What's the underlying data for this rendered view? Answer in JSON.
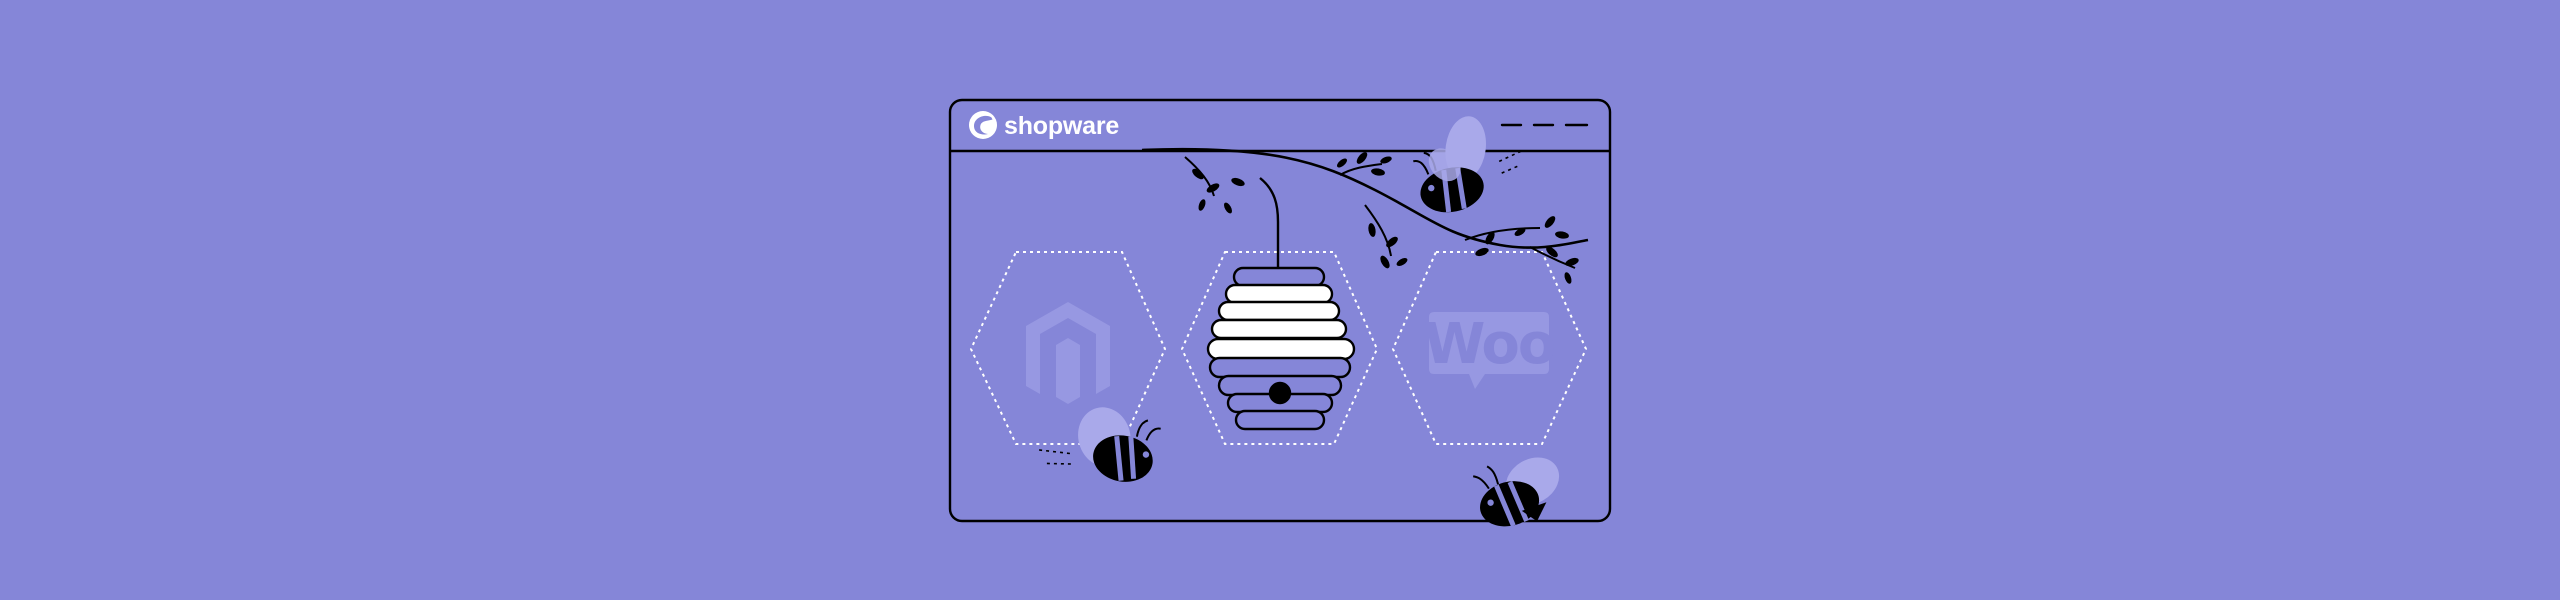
{
  "colors": {
    "background": "#8586d8",
    "logo_tint": "#9798e2",
    "wing_tint": "#a9a9ea",
    "ink": "#000000",
    "paper": "#ffffff"
  },
  "window": {
    "brand": {
      "logo_icon": "shopware-logo-icon",
      "name": "shopware"
    },
    "window_controls": [
      "dash-icon",
      "dash-icon",
      "dash-icon"
    ]
  },
  "illustration": {
    "platform_logos": [
      {
        "name": "magento-logo",
        "icon": "magento-icon"
      },
      {
        "name": "beehive",
        "icon": "beehive-icon"
      },
      {
        "name": "woocommerce-logo",
        "icon": "woocommerce-icon",
        "text": "Woo"
      }
    ],
    "decorations": [
      "branch-icon",
      "bee-icon",
      "bee-icon",
      "bee-icon"
    ]
  }
}
